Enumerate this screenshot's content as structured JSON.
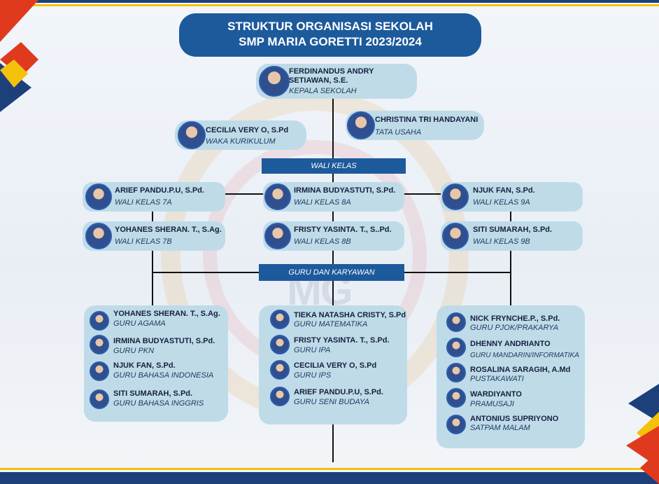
{
  "title": {
    "line1": "STRUKTUR ORGANISASI SEKOLAH",
    "line2": "SMP MARIA GORETTI 2023/2024"
  },
  "background_watermark": {
    "text": "MG"
  },
  "colors": {
    "banner": "#1d5a9c",
    "card": "#bfdbe8",
    "line": "#111111",
    "accent_red": "#e03a1e",
    "accent_yellow": "#f4c20d"
  },
  "head": {
    "name": "FERDINANDUS ANDRY SETIAWAN, S.E.",
    "role": "KEPALA SEKOLAH"
  },
  "admin": {
    "name": "CHRISTINA TRI HANDAYANI",
    "role": "TATA USAHA"
  },
  "curriculum": {
    "name": "CECILIA VERY O, S.Pd",
    "role": "WAKA KURIKULUM"
  },
  "wali_kelas_banner": "WALI KELAS",
  "wali_kelas": [
    {
      "name": "ARIEF PANDU.P.U, S.Pd.",
      "role": "WALI KELAS 7A"
    },
    {
      "name": "IRMINA BUDYASTUTI, S.Pd.",
      "role": "WALI KELAS 8A"
    },
    {
      "name": "NJUK FAN, S.Pd.",
      "role": "WALI KELAS 9A"
    },
    {
      "name": "YOHANES SHERAN. T., S.Ag.",
      "role": "WALI KELAS 7B"
    },
    {
      "name": "FRISTY YASINTA. T., S..Pd.",
      "role": "WALI KELAS 8B"
    },
    {
      "name": "SITI SUMARAH, S.Pd.",
      "role": "WALI KELAS 9B"
    }
  ],
  "guru_banner": "GURU DAN KARYAWAN",
  "guru_left": [
    {
      "name": "YOHANES SHERAN. T., S.Ag.",
      "role": "GURU AGAMA"
    },
    {
      "name": "IRMINA BUDYASTUTI, S.Pd.",
      "role": "GURU PKN"
    },
    {
      "name": "NJUK FAN, S.Pd.",
      "role": "GURU BAHASA INDONESIA"
    },
    {
      "name": "SITI SUMARAH, S.Pd.",
      "role": "GURU BAHASA INGGRIS"
    }
  ],
  "guru_middle": [
    {
      "name": "TIEKA NATASHA CRISTY, S.Pd",
      "role": "GURU MATEMATIKA"
    },
    {
      "name": "FRISTY YASINTA. T., S.Pd.",
      "role": "GURU IPA"
    },
    {
      "name": "CECILIA VERY O, S.Pd",
      "role": "GURU IPS"
    },
    {
      "name": "ARIEF PANDU.P.U, S.Pd.",
      "role": "GURU SENI BUDAYA"
    }
  ],
  "guru_right": [
    {
      "name": "NICK FRYNCHE.P., S.Pd.",
      "role": "GURU PJOK/PRAKARYA"
    },
    {
      "name": "DHENNY ANDRIANTO",
      "role": "GURU MANDARIN/INFORMATIKA"
    },
    {
      "name": "ROSALINA SARAGIH, A.Md",
      "role": "PUSTAKAWATI"
    },
    {
      "name": "WARDIYANTO",
      "role": "PRAMUSAJI"
    },
    {
      "name": "ANTONIUS SUPRIYONO",
      "role": "SATPAM MALAM"
    }
  ]
}
